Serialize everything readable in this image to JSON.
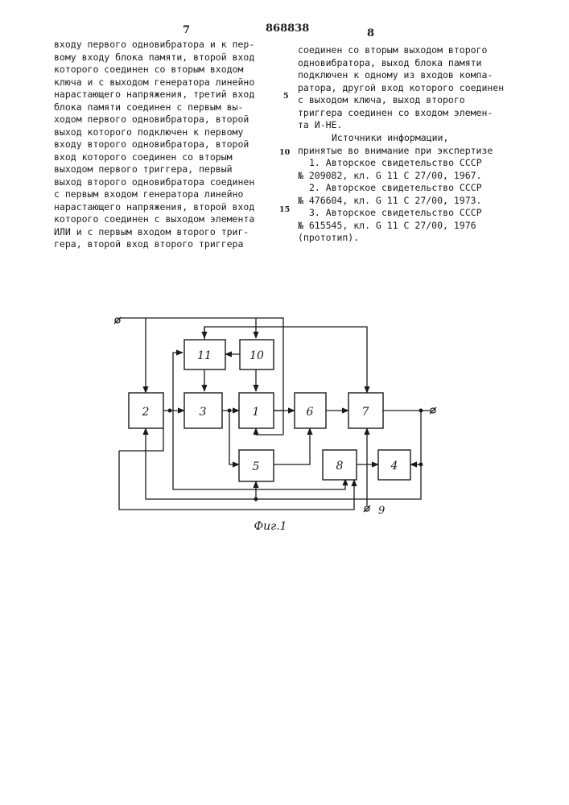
{
  "header": {
    "page_left": "7",
    "patent_number": "868838",
    "page_right": "8"
  },
  "left_column": [
    "входу первого одновибратора и к пер-",
    "вому входу блока памяти, второй вход",
    "которого соединен со вторым входом",
    "ключа и с выходом генератора линейно",
    "нарастающего напряжения, третий вход",
    "блока памяти соединен с первым вы-",
    "ходом первого одновибратора, второй",
    "выход которого подключен к первому",
    "входу второго одновибратора, второй",
    "вход которого соединен со вторым",
    "выходом первого триггера, первый",
    "выход второго одновибратора соединен",
    "с первым входом генератора линейно",
    "нарастающего напряжения, второй вход",
    "которого соединен с выходом элемента",
    "ИЛИ и с первым входом второго триг-",
    "гера, второй вход второго триггера"
  ],
  "right_column": [
    "соединен со вторым выходом второго",
    "одновибратора, выход блока памяти",
    "подключен к одному из входов компа-",
    "ратора, другой вход которого соединен",
    "с выходом ключа, выход второго",
    "триггера соединен со входом элемен-",
    "та И-НЕ."
  ],
  "sources": {
    "heading_line1": "Источники информации,",
    "heading_line2": "принятые во внимание при экспертизе",
    "lines": [
      "1. Авторское свидетельство СССР",
      "№ 209082, кл. G 11 C 27/00, 1967.",
      "2. Авторское свидетельство СССР",
      "№ 476604, кл. G 11 C 27/00, 1973.",
      "3. Авторское свидетельство СССР",
      "№ 615545, кл. G 11 C 27/00, 1976",
      "(прототип)."
    ]
  },
  "line_numbers": [
    "5",
    "10",
    "15"
  ],
  "figure": {
    "caption": "Фиг.1",
    "terminal_label": "9",
    "blocks": [
      "1",
      "2",
      "3",
      "4",
      "5",
      "6",
      "7",
      "8",
      "10",
      "11"
    ]
  }
}
